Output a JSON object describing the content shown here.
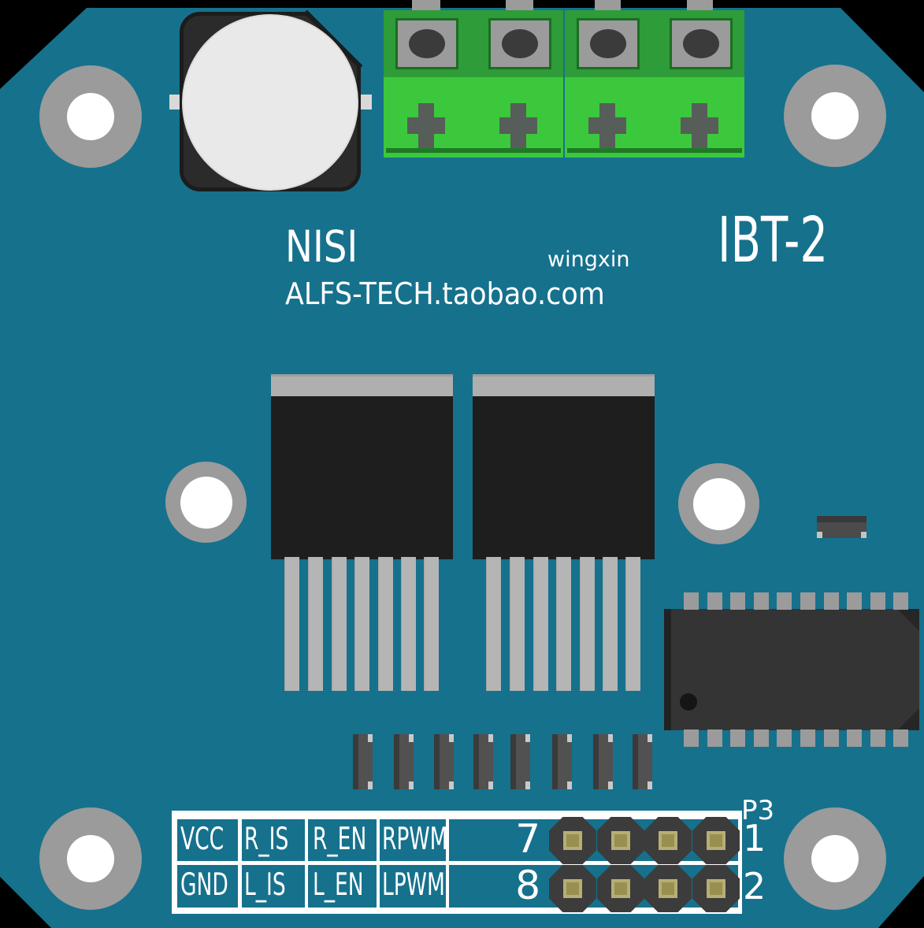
{
  "board": {
    "silkscreen": {
      "brand": "NISI",
      "store": "wingxin",
      "model": "IBT-2",
      "website": "ALFS-TECH.taobao.com"
    },
    "connector": {
      "designator": "P3",
      "pin_row_1": "1",
      "pin_row_2": "2"
    },
    "pin_table": {
      "rows": [
        {
          "cells": [
            "VCC",
            "R_IS",
            "R_EN",
            "RPWM"
          ],
          "pin_number": "7"
        },
        {
          "cells": [
            "GND",
            "L_IS",
            "L_EN",
            "LPWM"
          ],
          "pin_number": "8"
        }
      ]
    },
    "colors": {
      "pcb": "#16718D",
      "terminal_body_green": "#2E9C38",
      "terminal_front_green": "#3CC83C",
      "silkscreen_text": "#FFFFFF",
      "component_body_black": "#1E1E1E",
      "metal_gray": "#9B9B9B",
      "header_pad_tan": "#99904F"
    }
  }
}
